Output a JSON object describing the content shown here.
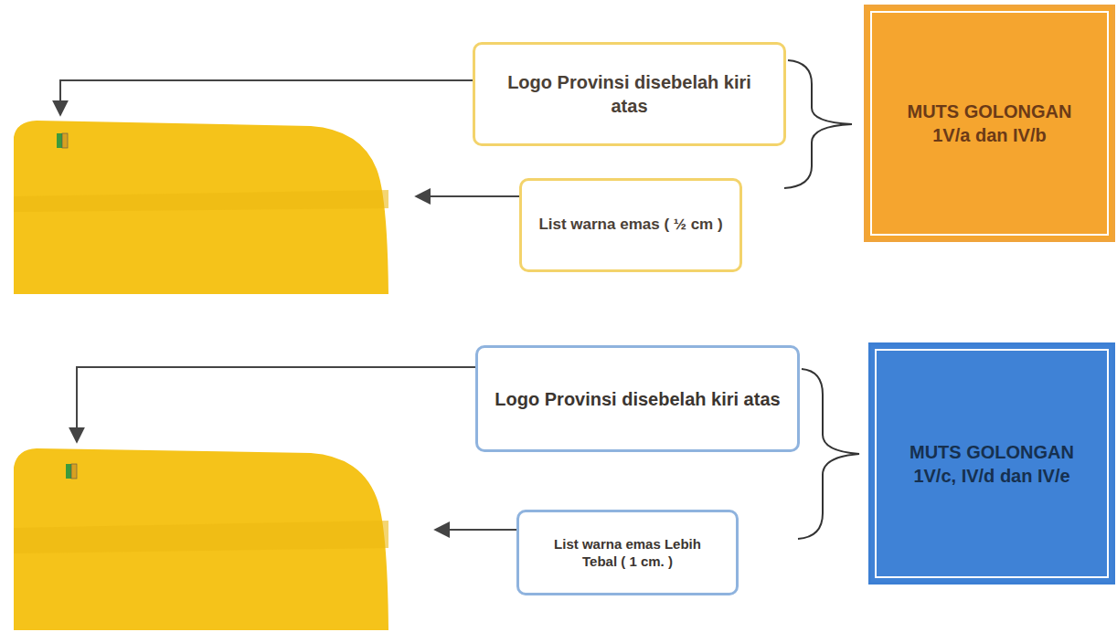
{
  "diagram": {
    "nodes": [
      {
        "text": [
          "Logo Provinsi disebelah kiri atas"
        ]
      },
      {
        "text": [
          "List warna emas ( ½ cm )"
        ]
      },
      {
        "text": [
          "MUTS GOLONGAN 1V/a dan IV/b"
        ]
      },
      {
        "text": [
          "Logo Provinsi disebelah kiri atas"
        ]
      },
      {
        "text": [
          "List warna emas Lebih Tebal ( 1 cm. )"
        ]
      },
      {
        "text": [
          "MUTS GOLONGAN 1V/c, IV/d dan IV/e"
        ]
      }
    ]
  }
}
